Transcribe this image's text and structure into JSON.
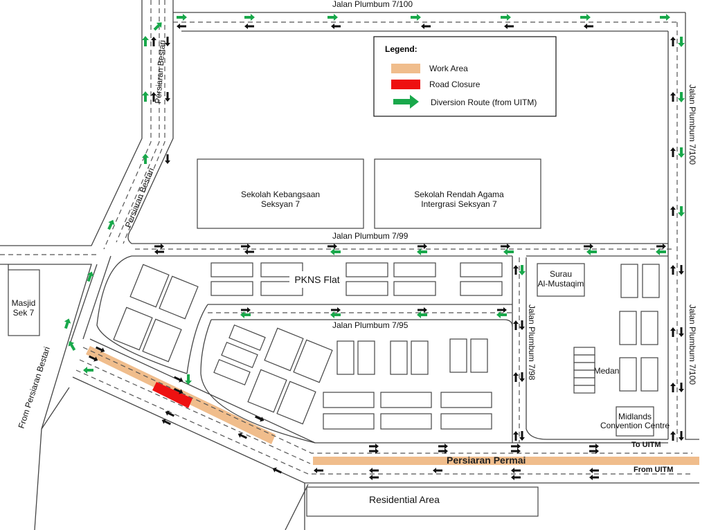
{
  "legend": {
    "title": "Legend:",
    "items": [
      {
        "label": "Work Area",
        "color": "#f0bd8c"
      },
      {
        "label": "Road Closure",
        "color": "#ee1111"
      },
      {
        "label": "Diversion Route (from UITM)",
        "color": "#19a84b"
      }
    ]
  },
  "roads": {
    "top": "Jalan Plumbum 7/100",
    "right": "Jalan Plumbum 7/100",
    "right_lower": "Jalan Plumbum 7/100",
    "bestari_upper": "Persiaran Bestari",
    "bestari_lower": "Persiaran Bestari",
    "p799": "Jalan Plumbum 7/99",
    "p795": "Jalan Plumbum 7/95",
    "p798": "Jalan Plumbum 7/98",
    "permai": "Persiaran Permai",
    "to_uitm": "To UITM",
    "from_uitm": "From UITM",
    "from_bestari": "From Persiaran Bestari"
  },
  "places": {
    "sk_line1": "Sekolah Kebangsaan",
    "sk_line2": "Seksyan 7",
    "sra_line1": "Sekolah Rendah Agama",
    "sra_line2": "Intergrasi Seksyan 7",
    "pkns": "PKNS Flat",
    "masjid_line1": "Masjid",
    "masjid_line2": "Sek 7",
    "surau_line1": "Surau",
    "surau_line2": "Al-Mustaqim",
    "medan": "Medan",
    "midlands_line1": "Midlands",
    "midlands_line2": "Convention Centre",
    "residential": "Residential Area"
  }
}
